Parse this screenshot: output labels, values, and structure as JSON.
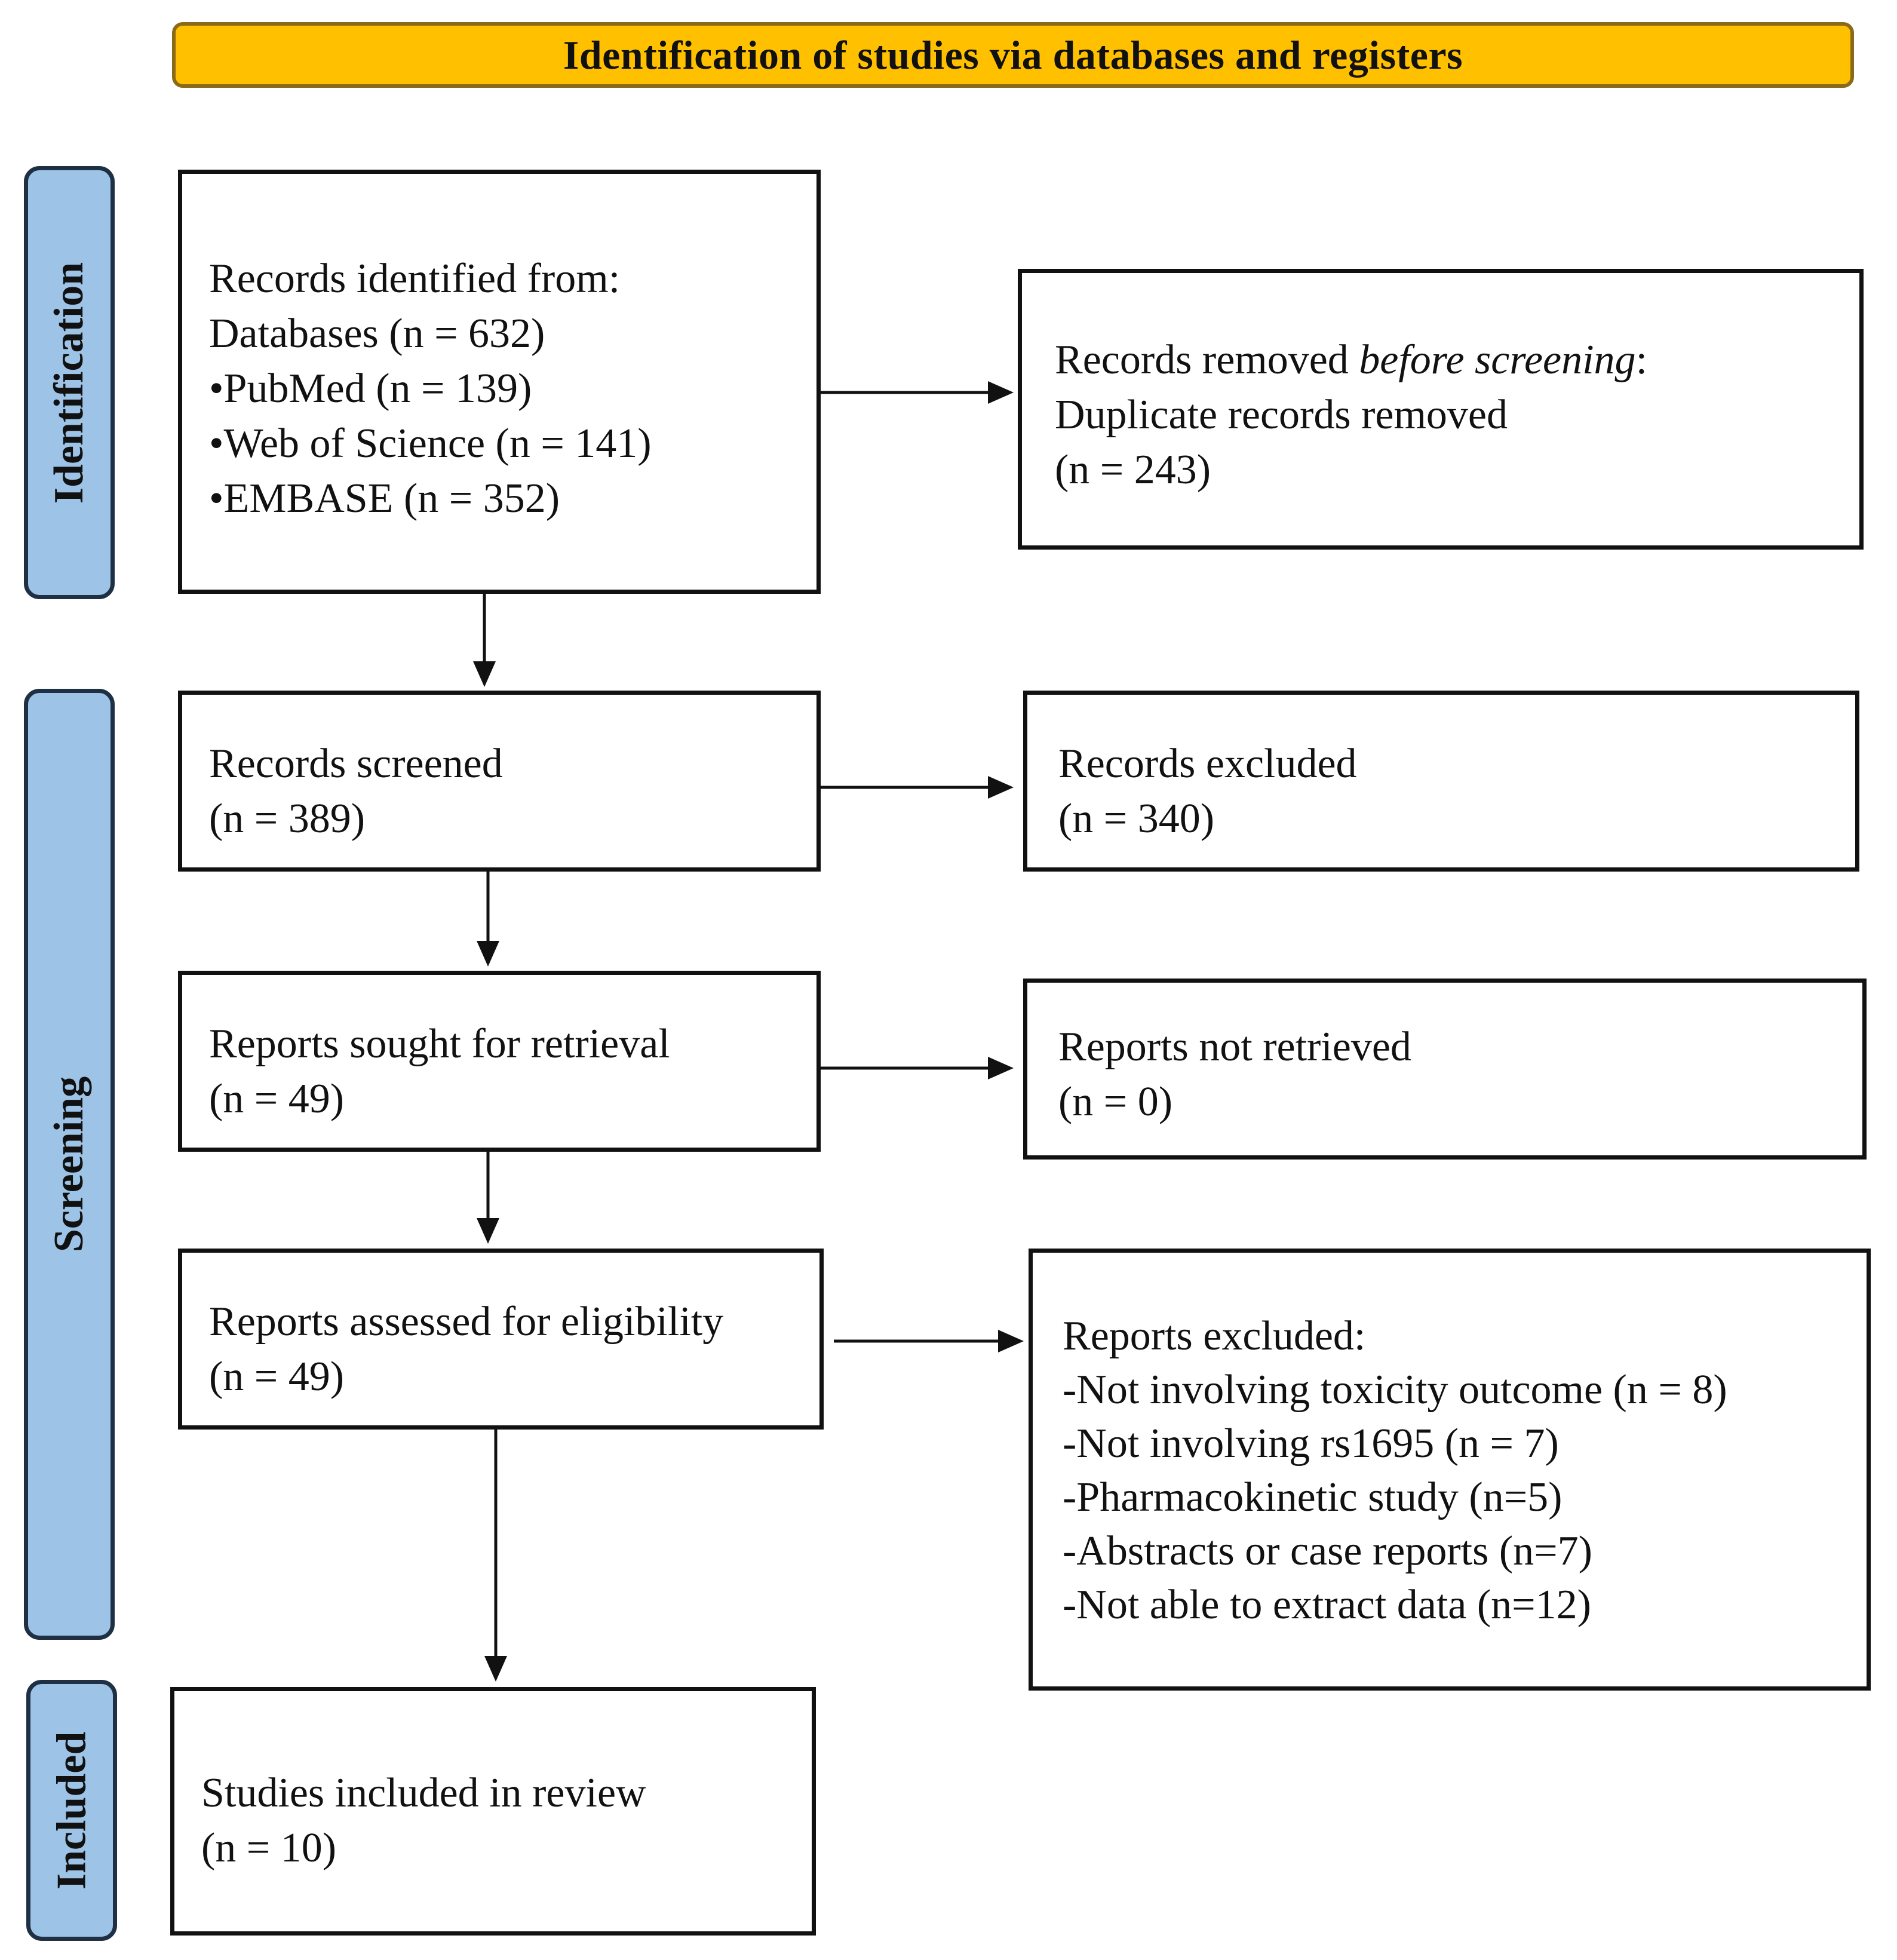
{
  "colors": {
    "header_fill": "#FFC000",
    "phase_fill": "#9DC3E6",
    "box_border": "#111111",
    "arrow": "#111111"
  },
  "header": {
    "title": "Identification of studies via databases and registers"
  },
  "phases": {
    "identification": "Identification",
    "screening": "Screening",
    "included": "Included"
  },
  "boxes": {
    "records_identified": {
      "lines": [
        "Records identified from:",
        "Databases (n = 632)",
        "•PubMed (n = 139)",
        "•Web of Science (n = 141)",
        "•EMBASE (n = 352)"
      ]
    },
    "records_removed": {
      "line1_prefix": "Records removed ",
      "line1_italic": "before screening",
      "line1_suffix": ":",
      "line2": "Duplicate records removed",
      "line3": "(n = 243)"
    },
    "records_screened": {
      "lines": [
        "Records screened",
        "(n = 389)"
      ]
    },
    "records_excluded": {
      "lines": [
        "Records excluded",
        "(n = 340)"
      ]
    },
    "reports_sought": {
      "lines": [
        "Reports sought for retrieval",
        "(n = 49)"
      ]
    },
    "reports_not_retrieved": {
      "lines": [
        "Reports not retrieved",
        "(n = 0)"
      ]
    },
    "reports_assessed": {
      "lines": [
        "Reports assessed for eligibility",
        "(n = 49)"
      ]
    },
    "reports_excluded": {
      "lines": [
        "Reports excluded:",
        "-Not involving toxicity outcome (n = 8)",
        "-Not involving rs1695 (n = 7)",
        "-Pharmacokinetic study (n=5)",
        "-Abstracts or case reports (n=7)",
        "-Not able to extract data (n=12)"
      ]
    },
    "studies_included": {
      "lines": [
        "Studies included in review",
        "(n = 10)"
      ]
    }
  }
}
